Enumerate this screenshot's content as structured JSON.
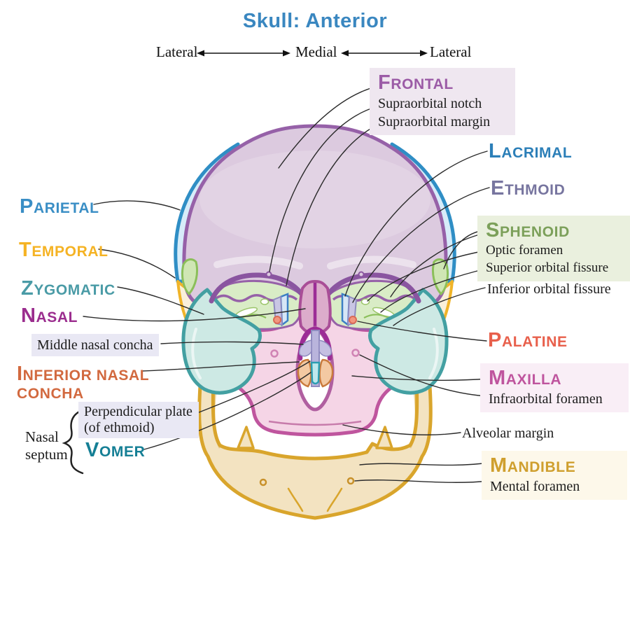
{
  "title": "Skull: Anterior",
  "title_color": "#3a87c0",
  "orientation": {
    "left": "Lateral",
    "center": "Medial",
    "right": "Lateral"
  },
  "bones": {
    "frontal": {
      "label": "Frontal",
      "color": "#9b5ba6"
    },
    "parietal": {
      "label": "Parietal",
      "color": "#3a8ec5"
    },
    "temporal": {
      "label": "Temporal",
      "color": "#f5b324"
    },
    "zygomatic": {
      "label": "Zygomatic",
      "color": "#4a9ba6"
    },
    "nasal": {
      "label": "Nasal",
      "color": "#9b2d8e"
    },
    "lacrimal": {
      "label": "Lacrimal",
      "color": "#2c7fb8"
    },
    "ethmoid": {
      "label": "Ethmoid",
      "color": "#77759f"
    },
    "sphenoid": {
      "label": "Sphenoid",
      "color": "#7ca05a"
    },
    "palatine": {
      "label": "Palatine",
      "color": "#e8604c"
    },
    "maxilla": {
      "label": "Maxilla",
      "color": "#bf559e"
    },
    "mandible": {
      "label": "Mandible",
      "color": "#cf9f2e"
    },
    "inferior_nasal_concha": {
      "label": "Inferior nasal concha",
      "color": "#d2693f"
    },
    "vomer": {
      "label": "Vomer",
      "color": "#157f95"
    }
  },
  "features": {
    "supraorbital_notch": "Supraorbital notch",
    "supraorbital_margin": "Supraorbital margin",
    "optic_foramen": "Optic foramen",
    "superior_orbital_fissure": "Superior orbital fissure",
    "inferior_orbital_fissure": "Inferior orbital fissure",
    "infraorbital_foramen": "Infraorbital foramen",
    "alveolar_margin": "Alveolar margin",
    "mental_foramen": "Mental foramen",
    "middle_nasal_concha": "Middle nasal concha",
    "perpendicular_plate": "Perpendicular plate (of ethmoid)",
    "nasal_septum": "Nasal septum"
  },
  "boxes": {
    "frontal_bg": "#efe7f0",
    "sphenoid_bg": "#eaf0de",
    "maxilla_bg": "#f9eef6",
    "mandible_bg": "#fdf8ea",
    "note_bg": "#e9e8f4"
  }
}
